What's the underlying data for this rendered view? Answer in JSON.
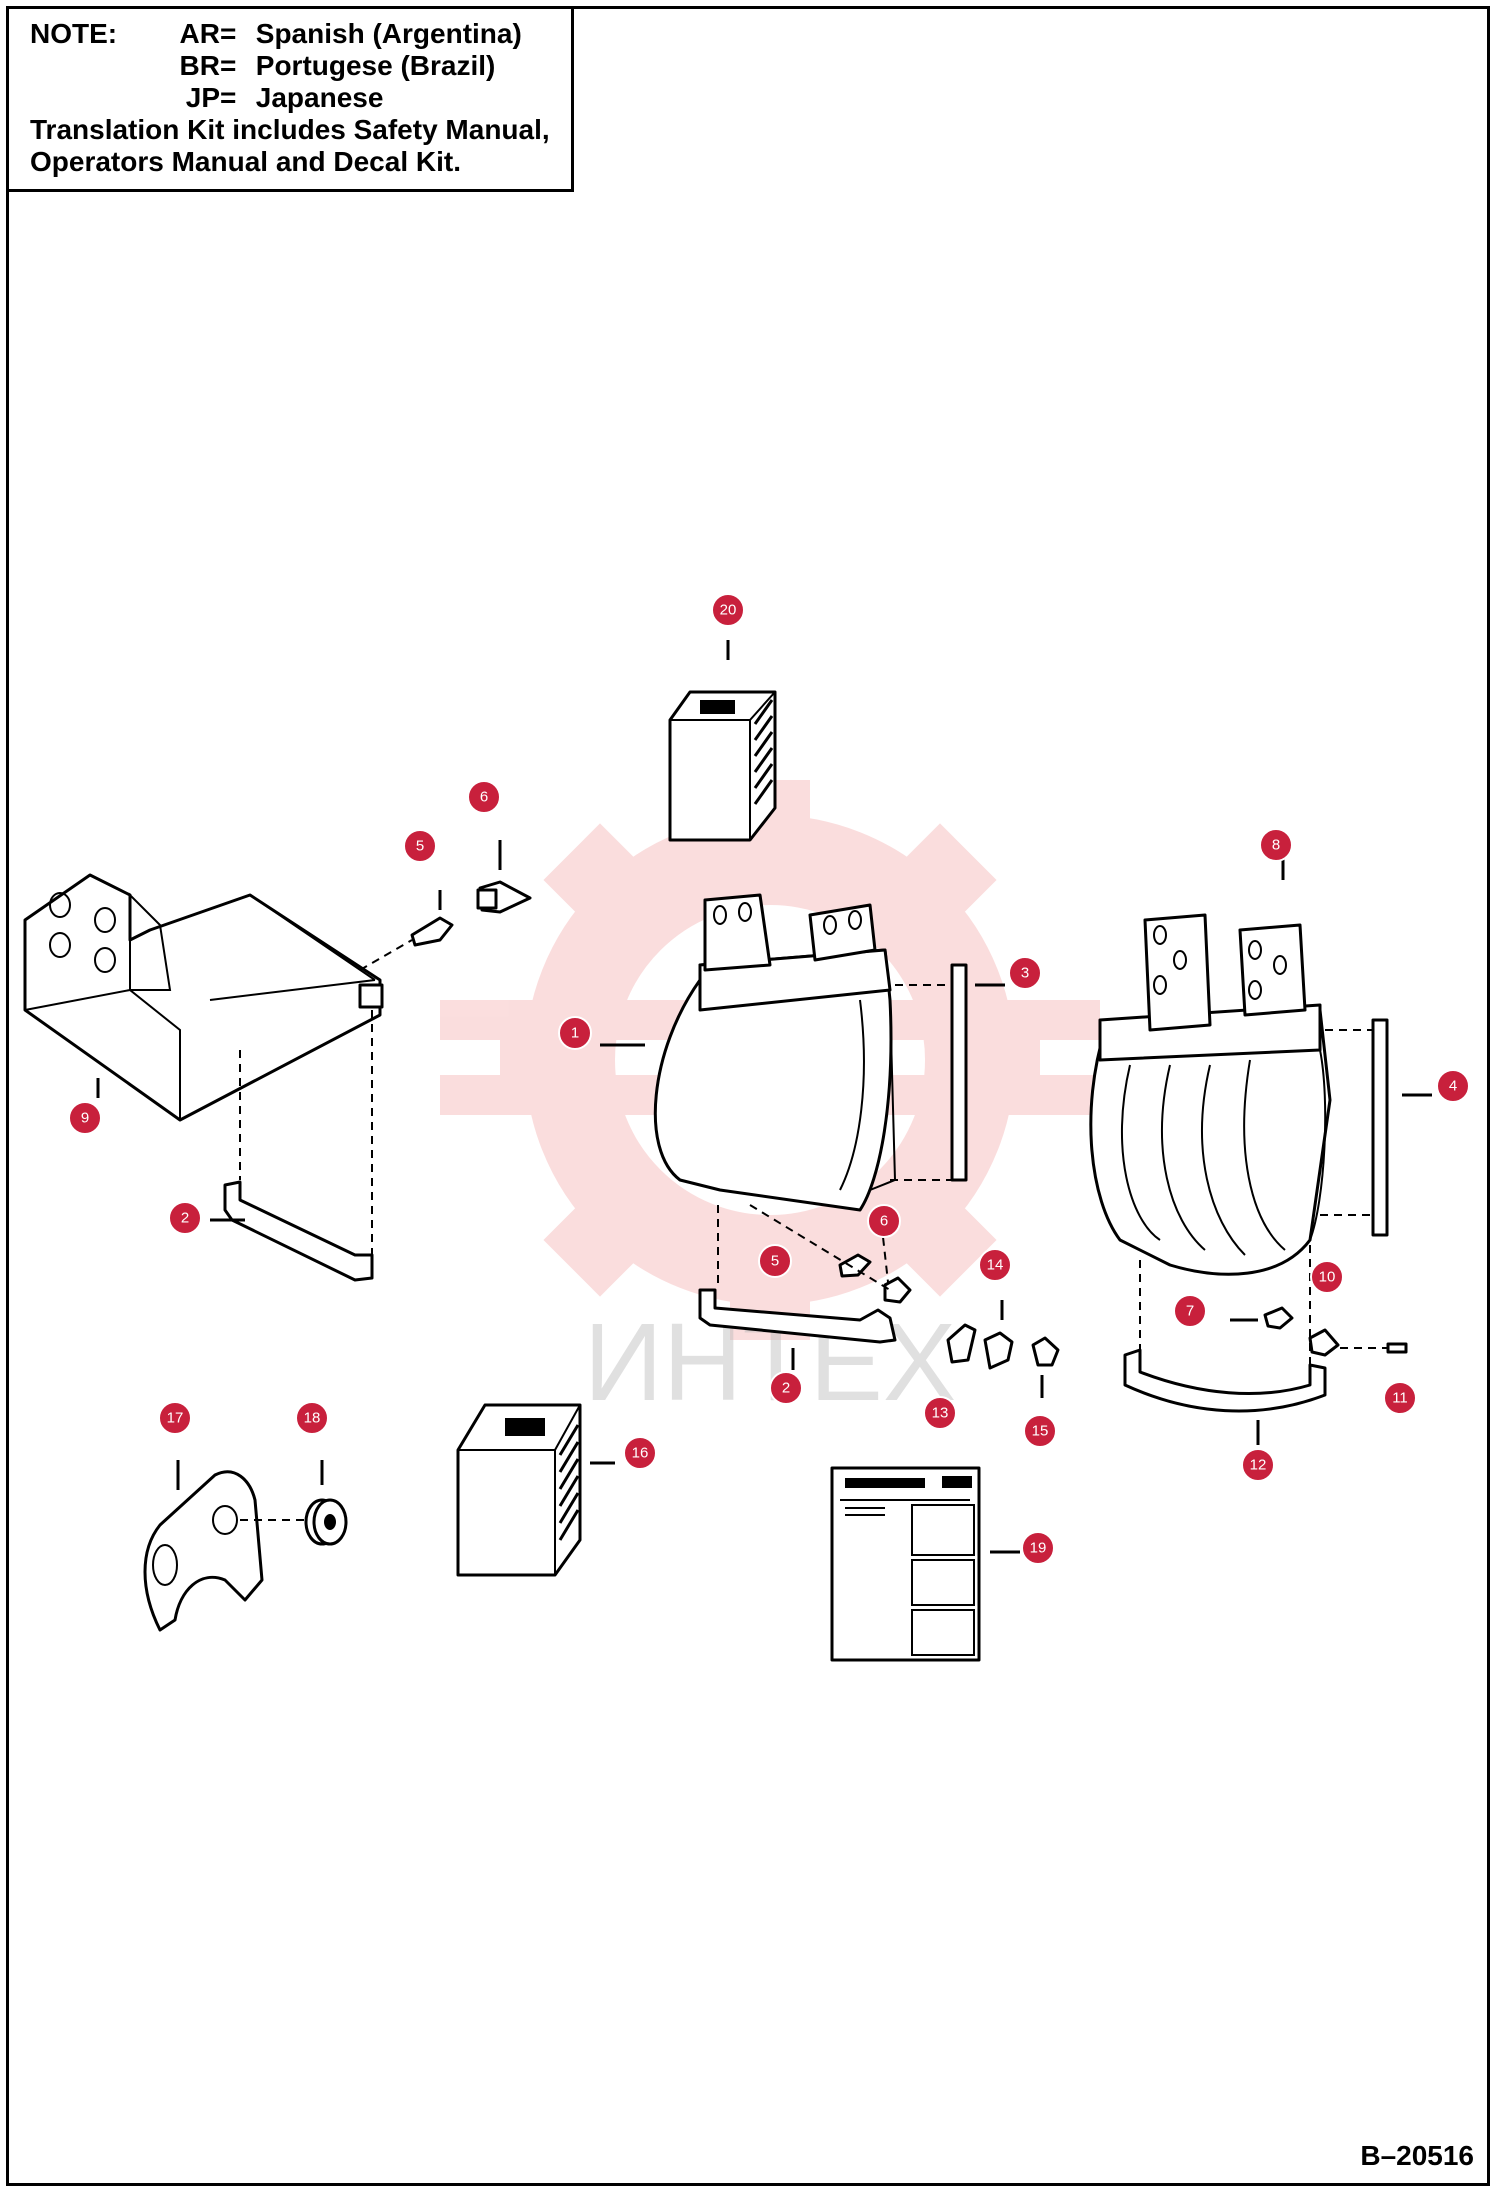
{
  "note": {
    "lead": "NOTE:",
    "rows": [
      {
        "code": "AR",
        "lang": "Spanish (Argentina)"
      },
      {
        "code": "BR",
        "lang": "Portugese (Brazil)"
      },
      {
        "code": "JP",
        "lang": "Japanese"
      }
    ],
    "line1": "Translation Kit includes Safety Manual,",
    "line2": "Operators Manual and Decal Kit."
  },
  "figure_id": "B–20516",
  "watermark_text": "ИНТЕХ",
  "callouts": [
    "1",
    "2",
    "2",
    "3",
    "4",
    "5",
    "5",
    "6",
    "6",
    "7",
    "8",
    "9",
    "10",
    "11",
    "12",
    "13",
    "14",
    "15",
    "16",
    "17",
    "18",
    "19",
    "20"
  ],
  "colors": {
    "callout": "#c8203c",
    "watermark": "#e84a4a"
  }
}
